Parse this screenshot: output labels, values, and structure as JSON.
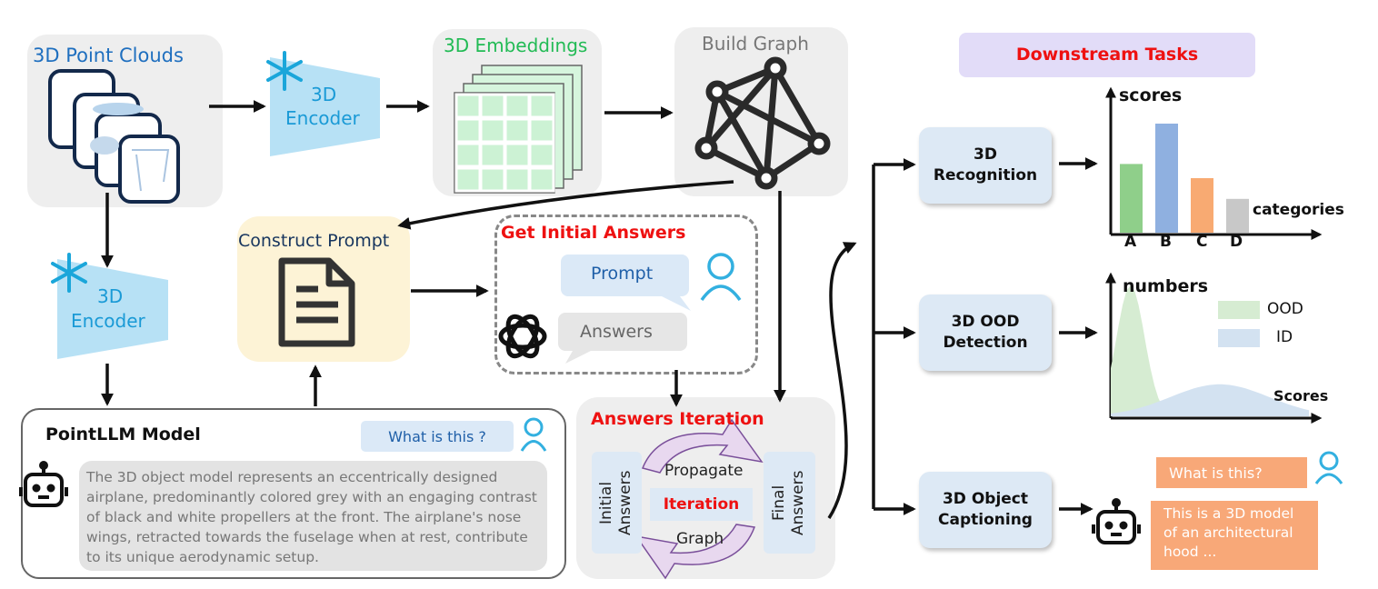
{
  "pipeline": {
    "point_clouds_label": "3D Point Clouds",
    "encoder_label_line1": "3D",
    "encoder_label_line2": "Encoder",
    "embeddings_label": "3D Embeddings",
    "build_graph_label": "Build Graph",
    "construct_prompt_label": "Construct Prompt",
    "initial_answers_title": "Get Initial Answers",
    "prompt_label": "Prompt",
    "answers_label": "Answers",
    "iteration_title": "Answers Iteration",
    "initial_answers_v": "Initial Answers",
    "final_answers_v": "Final Answers",
    "propagate_label": "Propagate",
    "iteration_label": "Iteration",
    "graph_label": "Graph"
  },
  "pointllm": {
    "title": "PointLLM Model",
    "question": "What is this ?",
    "response": "The 3D object model represents an eccentrically designed airplane, predominantly colored grey with an engaging contrast of black and white propellers at the front. The airplane's nose wings, retracted towards the fuselage when at rest, contribute to its unique aerodynamic setup."
  },
  "downstream": {
    "title": "Downstream Tasks",
    "recognition_line1": "3D",
    "recognition_line2": "Recognition",
    "ood_line1": "3D OOD",
    "ood_line2": "Detection",
    "caption_line1": "3D Object",
    "caption_line2": "Captioning",
    "caption_question": "What is this?",
    "caption_answer_line1": "This is a 3D model",
    "caption_answer_line2": "of an architectural",
    "caption_answer_line3": "hood ..."
  },
  "chart_data": [
    {
      "type": "bar",
      "ylabel": "scores",
      "xlabel": "categories",
      "categories": [
        "A",
        "B",
        "C",
        "D"
      ],
      "values": [
        0.63,
        1.0,
        0.5,
        0.31
      ],
      "colors": [
        "#8fcf8a",
        "#8fb0e0",
        "#f8aa72",
        "#c8c8c8"
      ]
    },
    {
      "type": "area",
      "ylabel": "numbers",
      "xlabel": "Scores",
      "series": [
        {
          "name": "OOD",
          "color": "#d6ecd2",
          "peak_x": 0.1,
          "peak_y": 0.9
        },
        {
          "name": "ID",
          "color": "#d3e2f1",
          "peak_x": 0.55,
          "peak_y": 0.22
        }
      ]
    }
  ],
  "colors": {
    "accent_red": "#ee1111",
    "embedding_green": "#22bb55",
    "point_cloud_blue": "#1f6fbf",
    "encoder_blue": "#1a9ad6"
  }
}
